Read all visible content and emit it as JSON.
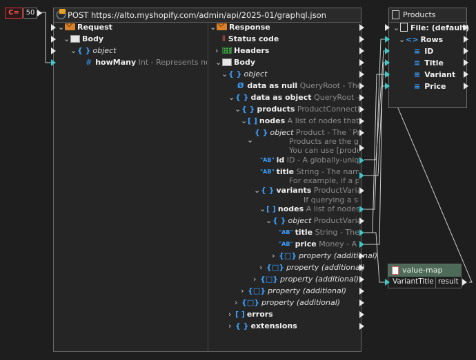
{
  "constant": {
    "badge": "C=",
    "value": "50"
  },
  "request_node": {
    "title": "POST https://alto.myshopify.com/admin/api/2025-01/graphql.json",
    "left": [
      {
        "label": "Request",
        "type": "mail"
      },
      {
        "label": "Body",
        "type": "envelope"
      },
      {
        "label": "object",
        "type": "object"
      },
      {
        "label": "howMany",
        "type": "number",
        "desc": "Int - Represents nor"
      }
    ],
    "right": [
      {
        "label": "Response",
        "type": "mail"
      },
      {
        "label": "Status code",
        "type": "status"
      },
      {
        "label": "Headers",
        "type": "table"
      },
      {
        "label": "Body",
        "type": "envelope"
      },
      {
        "label": "object",
        "type": "object"
      },
      {
        "label": "data as null",
        "desc": "QueryRoot - The sc"
      },
      {
        "label": "data as object",
        "desc": "QueryRoot - The"
      },
      {
        "label": "products",
        "desc": "ProductConnection"
      },
      {
        "label": "nodes",
        "desc": "A list of nodes that a"
      },
      {
        "label": "object",
        "desc_lines": [
          "Product - The `Prod",
          "Products are the go",
          "You can use [produ"
        ]
      },
      {
        "label": "id",
        "desc": "ID - A globally-unique"
      },
      {
        "label": "title",
        "desc_lines": [
          "String - The name f",
          "For example, if a pr"
        ]
      },
      {
        "label": "variants",
        "desc_lines": [
          "ProductVariant",
          "If querying a si"
        ]
      },
      {
        "label": "nodes",
        "desc": "A list of nodes th"
      },
      {
        "label": "object",
        "desc": "ProductVarian"
      },
      {
        "label": "title",
        "desc": "String - The tit"
      },
      {
        "label": "price",
        "desc": "Money - A mo"
      },
      {
        "label": "property (additional)"
      },
      {
        "label": "property (additional)"
      },
      {
        "label": "property (additional)"
      },
      {
        "label": "property (additional)"
      },
      {
        "label": "property (additional)"
      },
      {
        "label": "errors"
      },
      {
        "label": "extensions"
      }
    ]
  },
  "products_node": {
    "title": "Products",
    "items": [
      "File: (default)",
      "Rows",
      "ID",
      "Title",
      "Variant",
      "Price"
    ]
  },
  "value_map": {
    "title": "value-map",
    "input": "VariantTitle",
    "output": "result"
  },
  "colors": {
    "accent": "#3aa0ff",
    "connector": "#3ec9c9",
    "valuemap_header": "#4d6b58"
  }
}
